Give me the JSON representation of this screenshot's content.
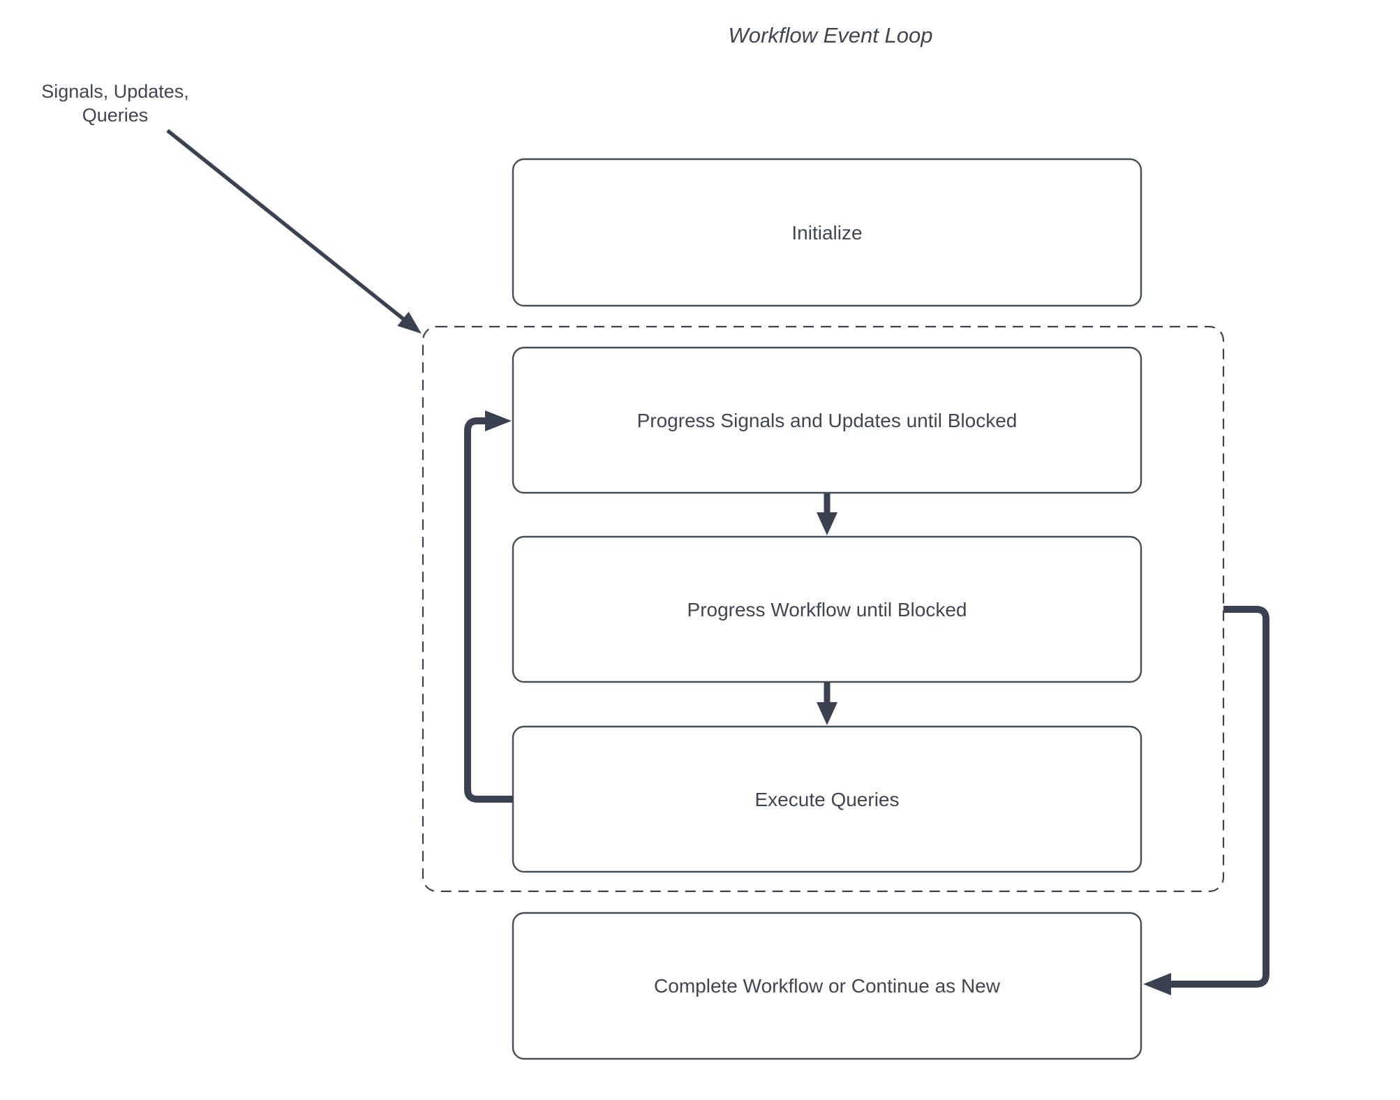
{
  "diagram": {
    "title": "Workflow Event Loop",
    "annotation": {
      "line1": "Signals, Updates,",
      "line2": "Queries"
    },
    "nodes": {
      "initialize": {
        "label": "Initialize"
      },
      "progress_signals": {
        "label": "Progress Signals and Updates until Blocked"
      },
      "progress_workflow": {
        "label": "Progress Workflow until Blocked"
      },
      "execute_queries": {
        "label": "Execute Queries"
      },
      "complete": {
        "label": "Complete Workflow or Continue as New"
      }
    },
    "connections": [
      {
        "from": "signals-updates-queries-annotation",
        "to": "event-loop-container",
        "style": "thin-diagonal-arrow"
      },
      {
        "from": "progress_signals",
        "to": "progress_workflow",
        "style": "down-arrow"
      },
      {
        "from": "progress_workflow",
        "to": "execute_queries",
        "style": "down-arrow"
      },
      {
        "from": "execute_queries",
        "to": "progress_signals",
        "style": "thick-left-loop-arrow"
      },
      {
        "from": "event-loop-container-right-edge",
        "to": "complete",
        "style": "thick-right-loop-arrow"
      }
    ],
    "colors": {
      "connector": "#3a4150",
      "node_border": "#474c55",
      "text": "#404651",
      "background": "#ffffff"
    }
  }
}
